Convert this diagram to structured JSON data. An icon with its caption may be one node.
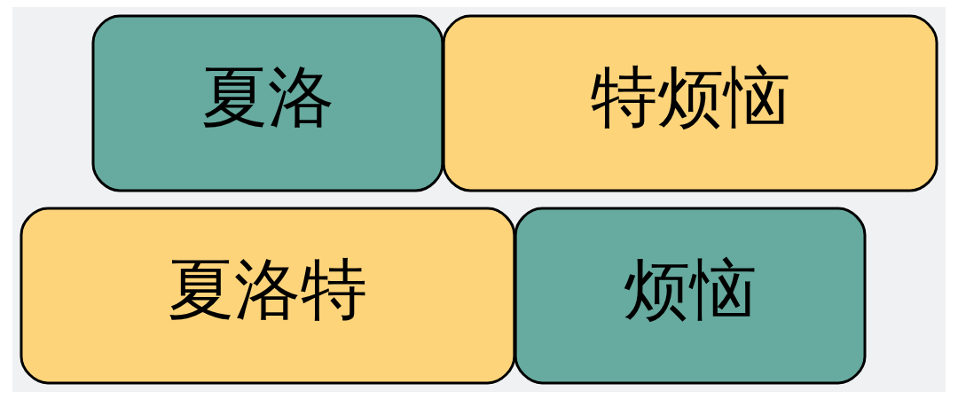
{
  "diagram": {
    "nodes": [
      {
        "text": [
          "夏洛"
        ]
      },
      {
        "text": [
          "特烦恼"
        ]
      },
      {
        "text": [
          "夏洛特"
        ]
      },
      {
        "text": [
          "烦恼"
        ]
      }
    ]
  }
}
